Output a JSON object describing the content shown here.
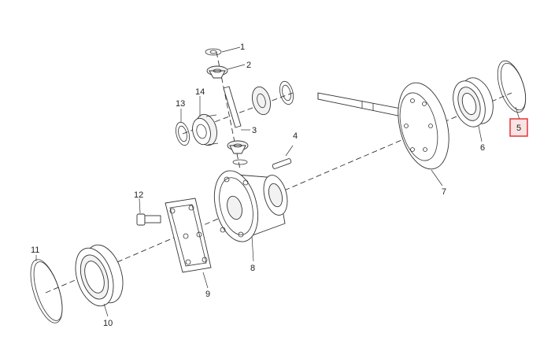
{
  "diagram": {
    "highlight_color": "#e0282e",
    "parts": [
      {
        "id": "1",
        "label": "1"
      },
      {
        "id": "2",
        "label": "2"
      },
      {
        "id": "3",
        "label": "3"
      },
      {
        "id": "4",
        "label": "4"
      },
      {
        "id": "5",
        "label": "5",
        "highlighted": true
      },
      {
        "id": "6",
        "label": "6"
      },
      {
        "id": "7",
        "label": "7"
      },
      {
        "id": "8",
        "label": "8"
      },
      {
        "id": "9",
        "label": "9"
      },
      {
        "id": "10",
        "label": "10"
      },
      {
        "id": "11",
        "label": "11"
      },
      {
        "id": "12",
        "label": "12"
      },
      {
        "id": "13",
        "label": "13"
      },
      {
        "id": "14",
        "label": "14"
      }
    ]
  }
}
